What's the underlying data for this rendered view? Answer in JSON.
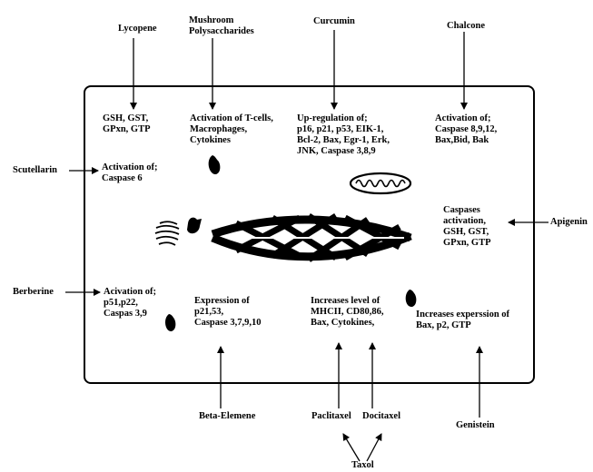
{
  "compounds": {
    "lycopene": "Lycopene",
    "mushroom": [
      "Mushroom",
      "Polysaccharides"
    ],
    "curcumin": "Curcumin",
    "chalcone": "Chalcone",
    "scutellarin": "Scutellarin",
    "apigenin": "Apigenin",
    "berberine": "Berberine",
    "beta_elemene": "Beta-Elemene",
    "paclitaxel": "Paclitaxel",
    "docitaxel": "Docitaxel",
    "genistein": "Genistein",
    "taxol": "Taxol"
  },
  "effects": {
    "lycopene": [
      "GSH, GST,",
      "GPxn, GTP"
    ],
    "mushroom": [
      "Activation of T-cells,",
      "Macrophages,",
      "Cytokines"
    ],
    "curcumin": [
      "Up-regulation of;",
      "p16, p21, p53, EIK-1,",
      "Bcl-2, Bax, Egr-1, Erk,",
      "JNK, Caspase 3,8,9"
    ],
    "chalcone": [
      "Activation of;",
      "Caspase 8,9,12,",
      "Bax,Bid, Bak"
    ],
    "scutellarin": [
      "Activation of;",
      "Caspase 6"
    ],
    "apigenin": [
      "Caspases",
      "activation,",
      "GSH, GST,",
      "GPxn, GTP"
    ],
    "berberine": [
      "Acivation of;",
      "p51,p22,",
      "Caspas 3,9"
    ],
    "beta_elemene": [
      "Expression of",
      "p21,53,",
      "Caspase 3,7,9,10"
    ],
    "paclitaxel": [
      "Increases level of",
      "MHCII, CD80,86,",
      "Bax, Cytokines,"
    ],
    "genistein": [
      "Increases experssion of",
      "Bax, p2, GTP"
    ]
  }
}
